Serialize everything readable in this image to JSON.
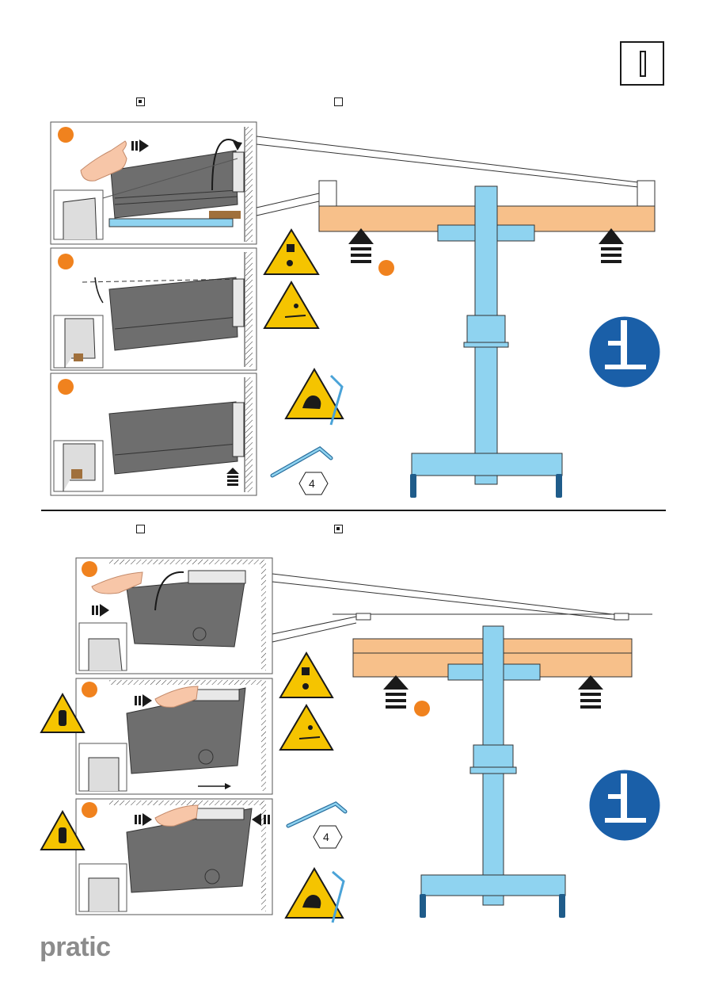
{
  "header": {
    "roman_numeral_icon": "roman-one"
  },
  "section_top": {
    "option_a_checked": true,
    "option_b_checked": false,
    "tool_size": "4"
  },
  "section_bottom": {
    "option_a_checked": false,
    "option_b_checked": true,
    "tool_size": "4"
  },
  "brand": {
    "logo_text": "pratic"
  },
  "colors": {
    "step_circle": "#f0821e",
    "awning_orange": "#f7c08a",
    "lift_blue": "#8fd3f0",
    "wheel_dark_blue": "#1f5c8a",
    "cassette_grey": "#6e6e6e",
    "warning_yellow": "#f5c400",
    "mandatory_blue": "#1a5fa8"
  }
}
